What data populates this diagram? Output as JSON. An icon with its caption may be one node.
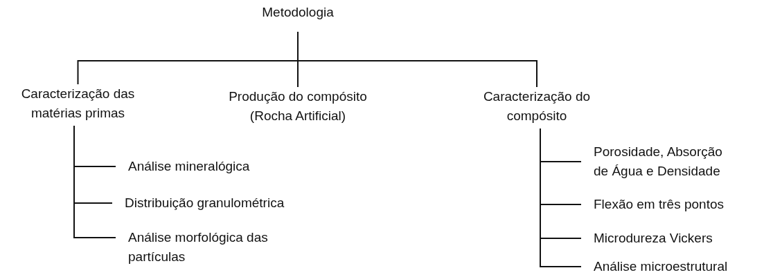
{
  "diagram": {
    "nodes": [
      {
        "text": [
          "Metodologia"
        ]
      },
      {
        "text": [
          "Caracterização das matérias primas"
        ]
      },
      {
        "text": [
          "Produção do compósito (Rocha Artificial)"
        ]
      },
      {
        "text": [
          "Caracterização do compósito"
        ]
      },
      {
        "text": [
          "Análise mineralógica"
        ]
      },
      {
        "text": [
          "Distribuição granulométrica"
        ]
      },
      {
        "text": [
          "Análise morfológica das partículas"
        ]
      },
      {
        "text": [
          "Porosidade, Absorção de Água e Densidade"
        ]
      },
      {
        "text": [
          "Flexão em três pontos"
        ]
      },
      {
        "text": [
          "Microdureza Vickers"
        ]
      },
      {
        "text": [
          "Análise microestrutural"
        ]
      }
    ],
    "edges": [
      {
        "from": 0,
        "to": 1,
        "arrow": "none"
      },
      {
        "from": 0,
        "to": 2,
        "arrow": "none"
      },
      {
        "from": 0,
        "to": 3,
        "arrow": "none"
      },
      {
        "from": 1,
        "to": 4,
        "arrow": "none"
      },
      {
        "from": 1,
        "to": 5,
        "arrow": "none"
      },
      {
        "from": 1,
        "to": 6,
        "arrow": "none"
      },
      {
        "from": 3,
        "to": 7,
        "arrow": "none"
      },
      {
        "from": 3,
        "to": 8,
        "arrow": "none"
      },
      {
        "from": 3,
        "to": 9,
        "arrow": "none"
      },
      {
        "from": 3,
        "to": 10,
        "arrow": "none"
      }
    ]
  }
}
